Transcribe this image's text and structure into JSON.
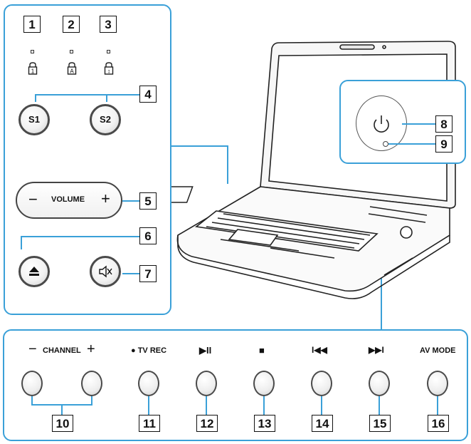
{
  "callouts": [
    "1",
    "2",
    "3",
    "4",
    "5",
    "6",
    "7",
    "8",
    "9",
    "10",
    "11",
    "12",
    "13",
    "14",
    "15",
    "16"
  ],
  "left_panel": {
    "buttons": {
      "s1": "S1",
      "s2": "S2"
    },
    "volume": {
      "minus": "−",
      "label": "VOLUME",
      "plus": "+"
    },
    "lock_icons": [
      "1",
      "A",
      "↕"
    ]
  },
  "bottom_panel": {
    "labels": {
      "channel_minus": "−",
      "channel": "CHANNEL",
      "channel_plus": "+",
      "tv_rec": "● TV REC",
      "play_pause": "▶II",
      "stop": "■",
      "prev": "I◀◀",
      "next": "▶▶I",
      "av_mode": "AV MODE"
    }
  },
  "colors": {
    "panel_border": "#3aa0d8",
    "leader_line": "#3aa0d8",
    "outline": "#222222"
  },
  "icons": [
    "power-icon",
    "eject-icon",
    "mute-icon",
    "lock-icon"
  ]
}
